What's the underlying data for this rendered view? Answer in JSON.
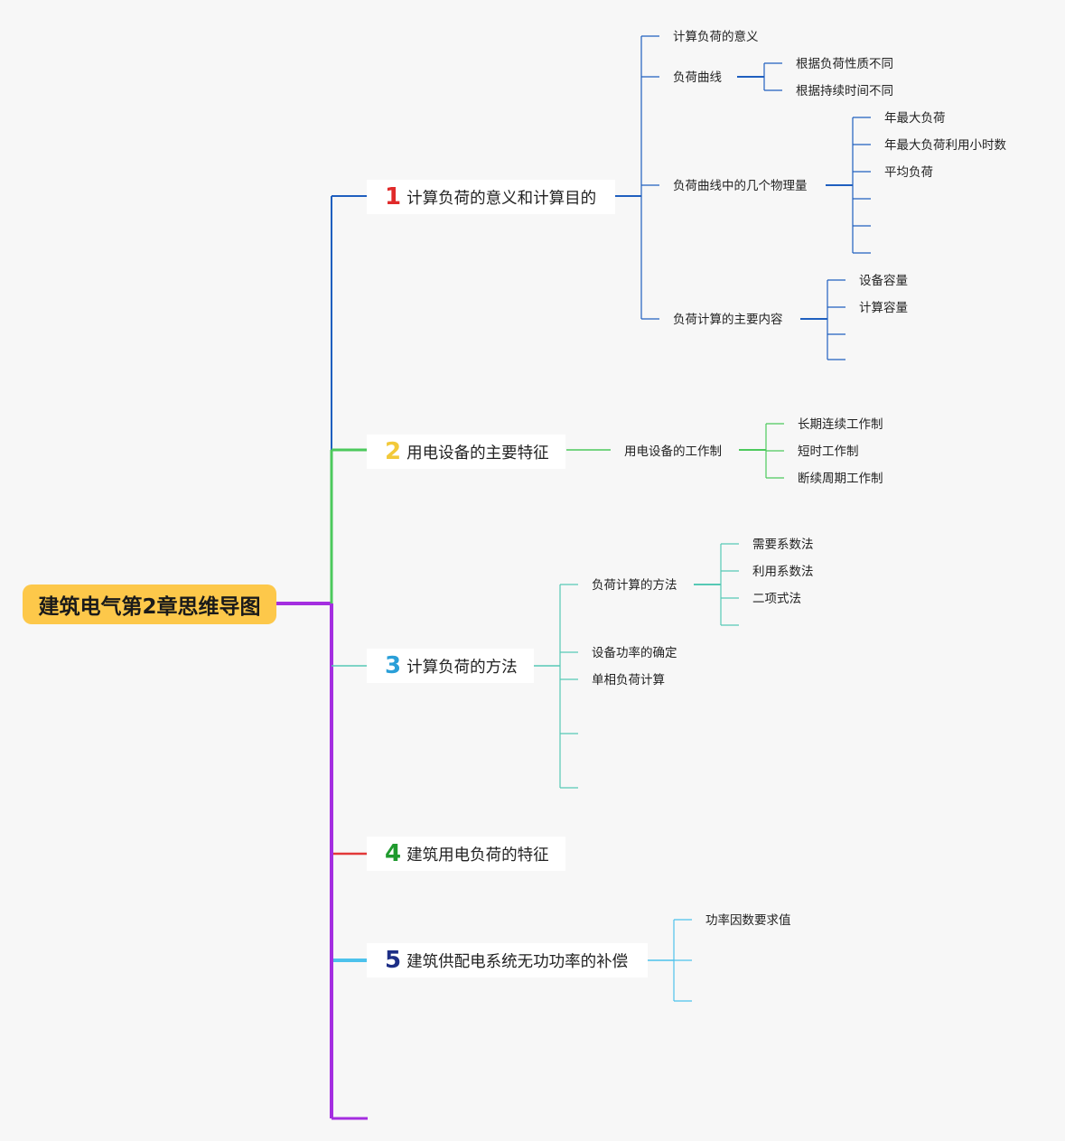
{
  "root": {
    "title": "建筑电气第2章思维导图"
  },
  "colors": {
    "b1": "#1f5fbf",
    "b2": "#4cc95c",
    "b3": "#56c9b5",
    "b4": "#e23838",
    "b5": "#4dc2ec",
    "trunk": "#a42ee0",
    "n1": "#e02a2a",
    "n2": "#f2c93a",
    "n3": "#2a9fd8",
    "n4": "#1f9a2e",
    "n5": "#1d2e86"
  },
  "branches": [
    {
      "num": "1",
      "label": "计算负荷的意义和计算目的",
      "children": [
        {
          "label": "计算负荷的意义"
        },
        {
          "label": "负荷曲线",
          "children": [
            "根据负荷性质不同",
            "根据持续时间不同"
          ]
        },
        {
          "label": "负荷曲线中的几个物理量",
          "children": [
            "年最大负荷",
            "年最大负荷利用小时数",
            "平均负荷"
          ]
        },
        {
          "label": "负荷计算的主要内容",
          "children": [
            "设备容量",
            "计算容量"
          ]
        }
      ]
    },
    {
      "num": "2",
      "label": "用电设备的主要特征",
      "children": [
        {
          "label": "用电设备的工作制",
          "children": [
            "长期连续工作制",
            "短时工作制",
            "断续周期工作制"
          ]
        }
      ]
    },
    {
      "num": "3",
      "label": "计算负荷的方法",
      "children": [
        {
          "label": "负荷计算的方法",
          "children": [
            "需要系数法",
            "利用系数法",
            "二项式法"
          ]
        },
        {
          "label": "设备功率的确定"
        },
        {
          "label": "单相负荷计算"
        }
      ]
    },
    {
      "num": "4",
      "label": "建筑用电负荷的特征"
    },
    {
      "num": "5",
      "label": "建筑供配电系统无功功率的补偿",
      "children": [
        {
          "label": "功率因数要求值"
        }
      ]
    }
  ]
}
